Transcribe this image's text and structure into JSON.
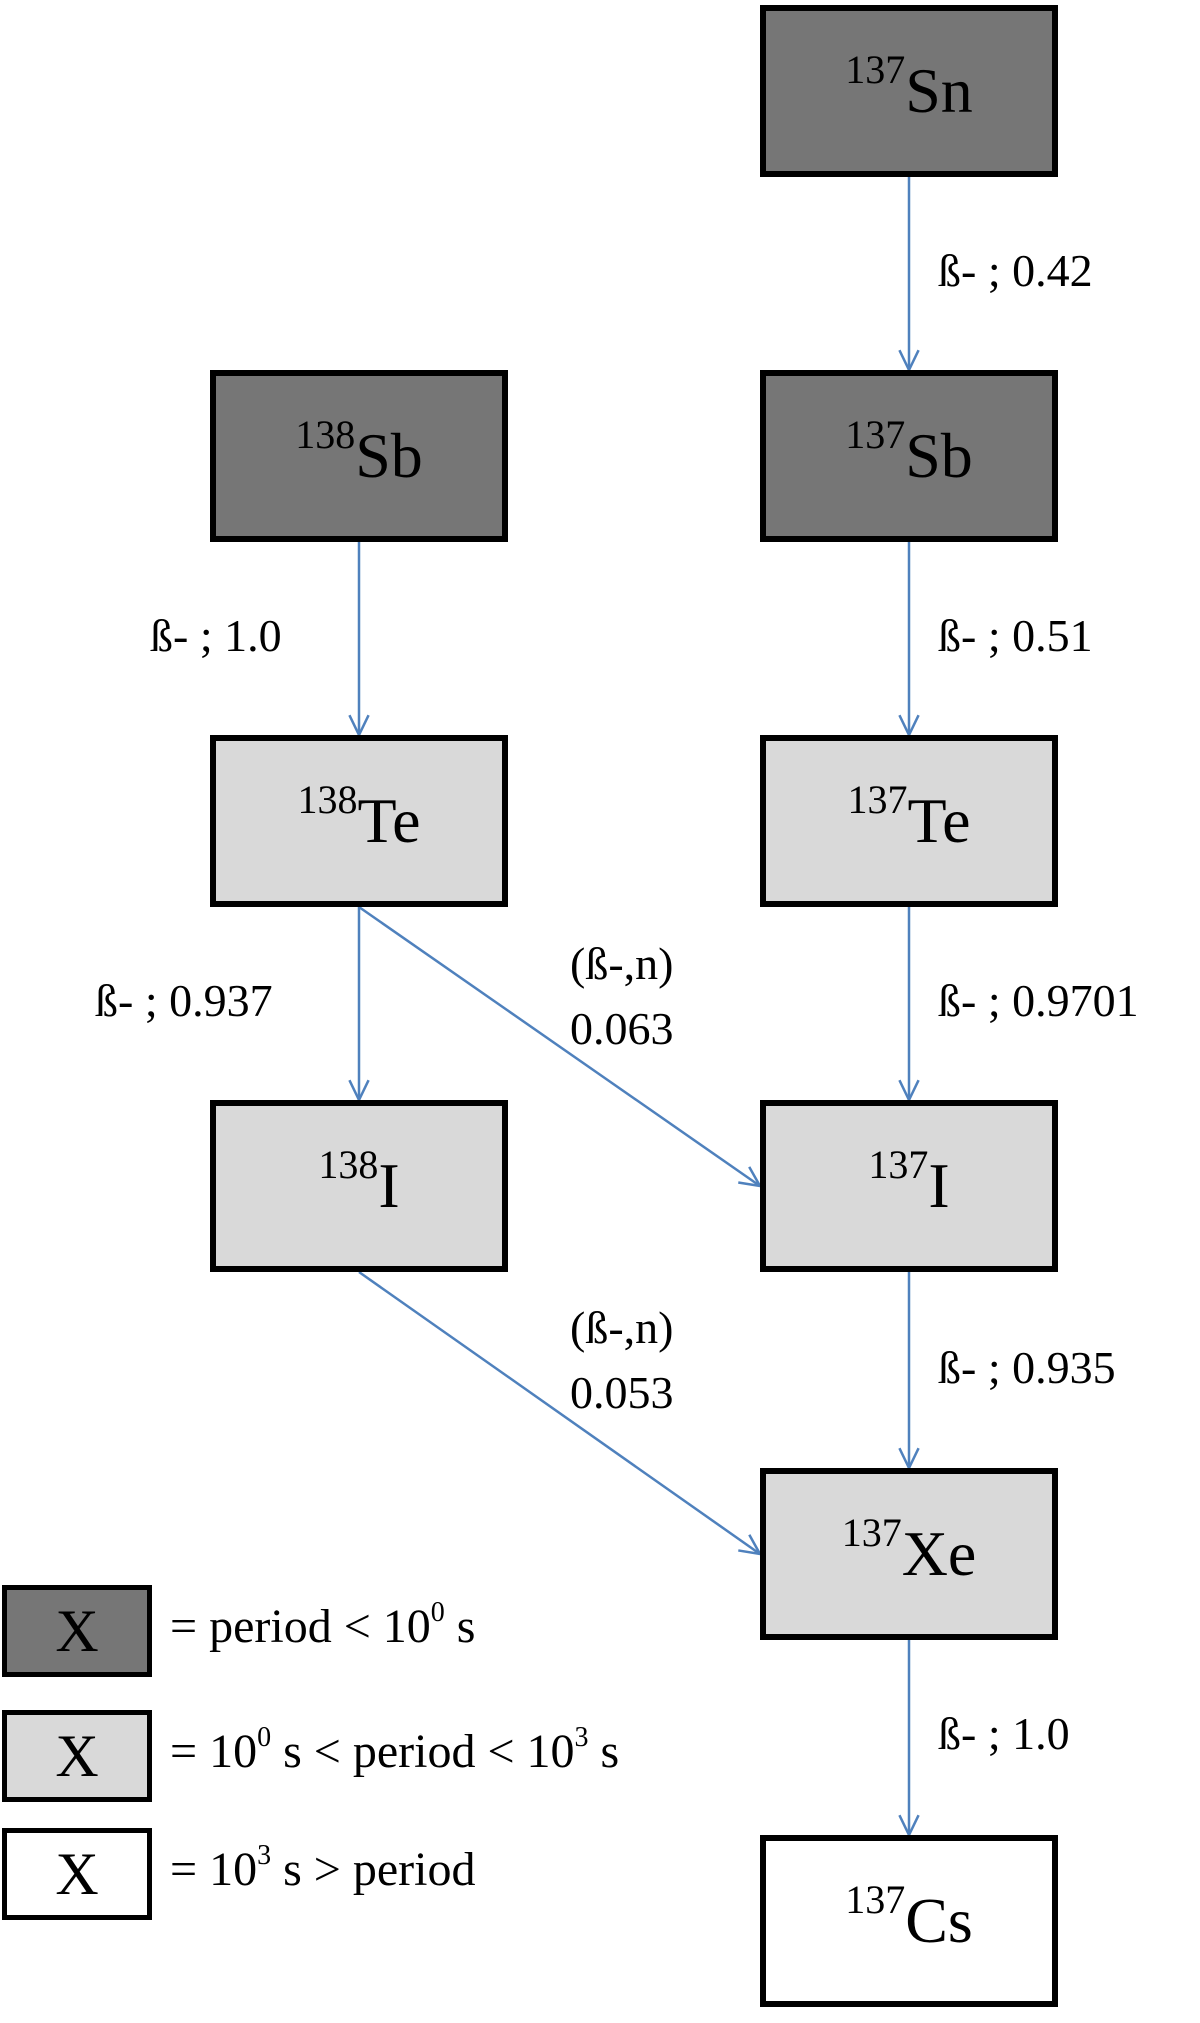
{
  "nuclides": [
    {
      "id": "sn137",
      "mass": "137",
      "symbol": "Sn",
      "class": "dark"
    },
    {
      "id": "sb138",
      "mass": "138",
      "symbol": "Sb",
      "class": "dark"
    },
    {
      "id": "sb137",
      "mass": "137",
      "symbol": "Sb",
      "class": "dark"
    },
    {
      "id": "te138",
      "mass": "138",
      "symbol": "Te",
      "class": "light"
    },
    {
      "id": "te137",
      "mass": "137",
      "symbol": "Te",
      "class": "light"
    },
    {
      "id": "i138",
      "mass": "138",
      "symbol": "I",
      "class": "light"
    },
    {
      "id": "i137",
      "mass": "137",
      "symbol": "I",
      "class": "light"
    },
    {
      "id": "xe137",
      "mass": "137",
      "symbol": "Xe",
      "class": "light"
    },
    {
      "id": "cs137",
      "mass": "137",
      "symbol": "Cs",
      "class": "white"
    }
  ],
  "decays": [
    {
      "from": "sn137",
      "to": "sb137",
      "label": "ß- ; 0.42"
    },
    {
      "from": "sb138",
      "to": "te138",
      "label": "ß- ; 1.0"
    },
    {
      "from": "sb137",
      "to": "te137",
      "label": "ß- ; 0.51"
    },
    {
      "from": "te138",
      "to": "i138",
      "label": "ß- ; 0.937"
    },
    {
      "from": "te138",
      "to": "i137",
      "label": "(ß-,n)",
      "label2": "0.063"
    },
    {
      "from": "te137",
      "to": "i137",
      "label": "ß- ; 0.9701"
    },
    {
      "from": "i137",
      "to": "xe137",
      "label": "ß- ; 0.935"
    },
    {
      "from": "i138",
      "to": "xe137",
      "label": "(ß-,n)",
      "label2": "0.053"
    },
    {
      "from": "xe137",
      "to": "cs137",
      "label": "ß- ; 1.0"
    }
  ],
  "legend": [
    {
      "symbol": "X",
      "class": "dark",
      "pre": "= period < 10",
      "sup1": "0",
      "mid": " s",
      "sup2": "",
      "post": ""
    },
    {
      "symbol": "X",
      "class": "light",
      "pre": "= 10",
      "sup1": "0",
      "mid": " s < period < 10",
      "sup2": "3",
      "post": " s"
    },
    {
      "symbol": "X",
      "class": "white",
      "pre": "= 10",
      "sup1": "3",
      "mid": " s > period",
      "sup2": "",
      "post": ""
    }
  ],
  "colors": {
    "arrow": "#4f81bd",
    "dark": "#767676",
    "light": "#d9d9d9",
    "white": "#ffffff"
  }
}
